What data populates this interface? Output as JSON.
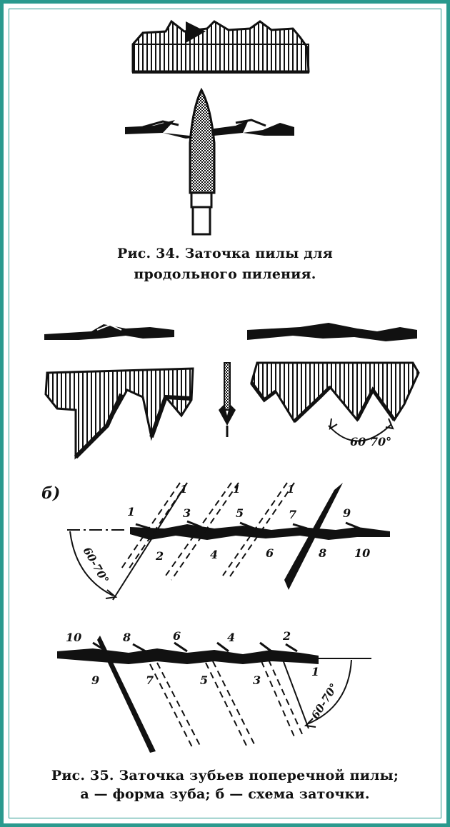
{
  "fig34": {
    "caption_line1": "Рис. 34. Заточка пилы для",
    "caption_line2": "продольного пиления."
  },
  "fig35": {
    "angle_label": "60 70°",
    "part_b_label": "б)",
    "top_scheme": {
      "upper_numbers": [
        "1",
        "3",
        "5",
        "7",
        "9"
      ],
      "lower_numbers": [
        "2",
        "4",
        "6",
        "8",
        "10"
      ],
      "angle_label": "60-70°",
      "file_marks": [
        "1",
        "1",
        "1"
      ]
    },
    "bottom_scheme": {
      "upper_numbers": [
        "10",
        "8",
        "6",
        "4",
        "2"
      ],
      "lower_numbers": [
        "9",
        "7",
        "5",
        "3",
        "1"
      ],
      "angle_label": "60-70°"
    },
    "caption_line1": "Рис. 35. Заточка зубьев поперечной пилы;",
    "caption_line2": "а — форма зуба; б — схема  заточки."
  },
  "colors": {
    "frame": "#2a9a8e",
    "ink": "#111111",
    "paper": "#ffffff"
  }
}
